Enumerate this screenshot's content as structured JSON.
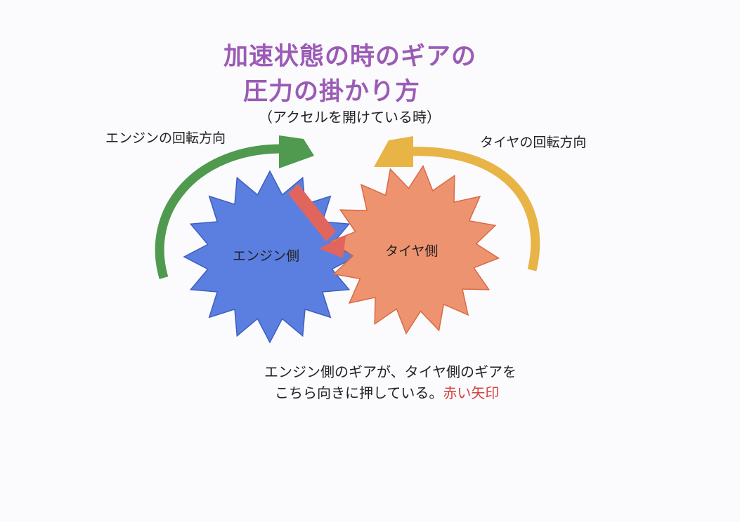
{
  "title": {
    "line1": "加速状態の時のギアの",
    "line2": "圧力の掛かり方"
  },
  "subtitle": "（アクセルを開けている時）",
  "engine_rotation_label": "エンジンの回転方向",
  "tire_rotation_label": "タイヤの回転方向",
  "engine_gear_label": "エンジン側",
  "tire_gear_label": "タイヤ側",
  "caption": {
    "line1": "エンジン側のギアが、タイヤ側のギアを",
    "line2": "こちら向きに押している。",
    "highlight": "赤い矢印"
  },
  "colors": {
    "title": "#9b5bb5",
    "engine_gear": "#5b7fe0",
    "tire_gear": "#ee9370",
    "engine_arrow": "#4f9a4e",
    "tire_arrow": "#e8b446",
    "push_arrow": "#e0655d"
  }
}
